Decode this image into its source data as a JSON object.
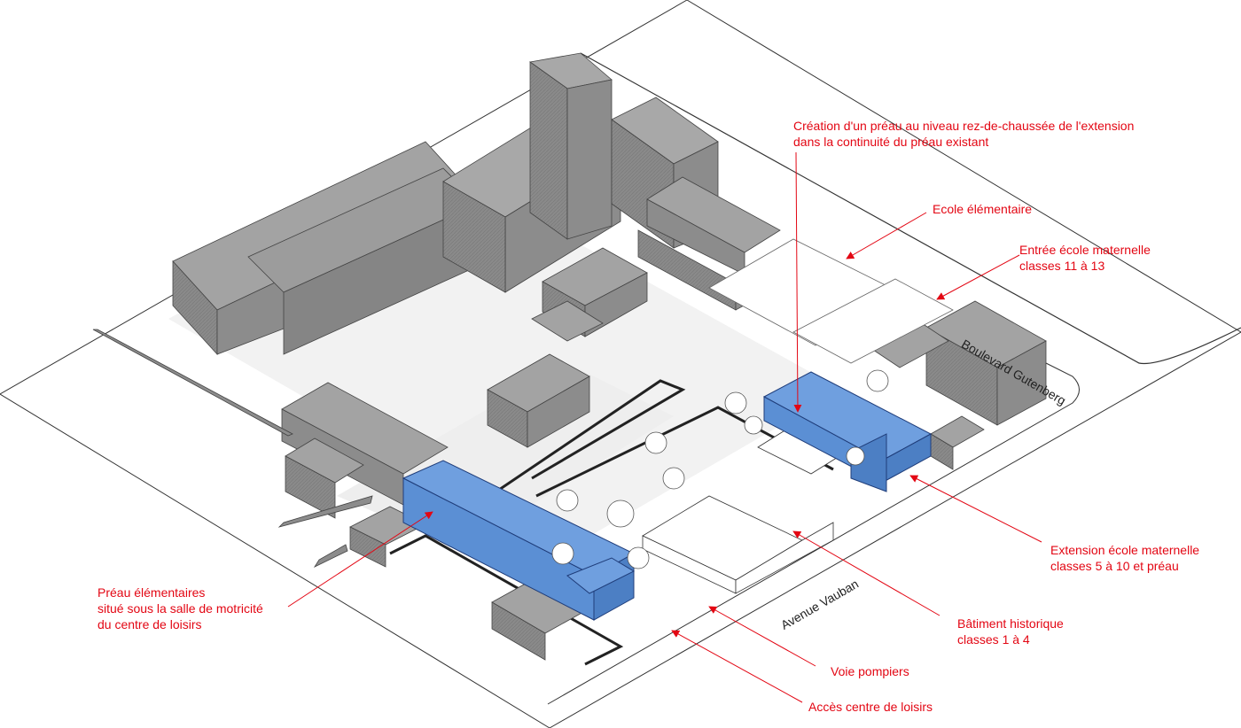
{
  "streets": {
    "boulevard": "Boulevard Gutenberg",
    "avenue": "Avenue Vauban"
  },
  "annotations": {
    "preau_extension_line1": "Création d'un préau au niveau rez-de-chaussée de l'extension",
    "preau_extension_line2": "dans la continuité du préau existant",
    "ecole_elementaire": "Ecole élémentaire",
    "entree_maternelle_line1": "Entrée école maternelle",
    "entree_maternelle_line2": "classes 11 à 13",
    "extension_maternelle_line1": "Extension école maternelle",
    "extension_maternelle_line2": "classes 5 à 10 et préau",
    "batiment_historique_line1": "Bâtiment historique",
    "batiment_historique_line2": "classes 1 à 4",
    "voie_pompiers": "Voie pompiers",
    "acces_loisirs": "Accès centre de loisirs",
    "preau_elementaires_line1": "Préau élémentaires",
    "preau_elementaires_line2": "situé sous la salle de motricité",
    "preau_elementaires_line3": "du centre de loisirs"
  },
  "colors": {
    "annotation": "#e30613",
    "highlight": "#5b8fd4",
    "building": "#8c8c8c",
    "roof": "#a3a3a3"
  }
}
